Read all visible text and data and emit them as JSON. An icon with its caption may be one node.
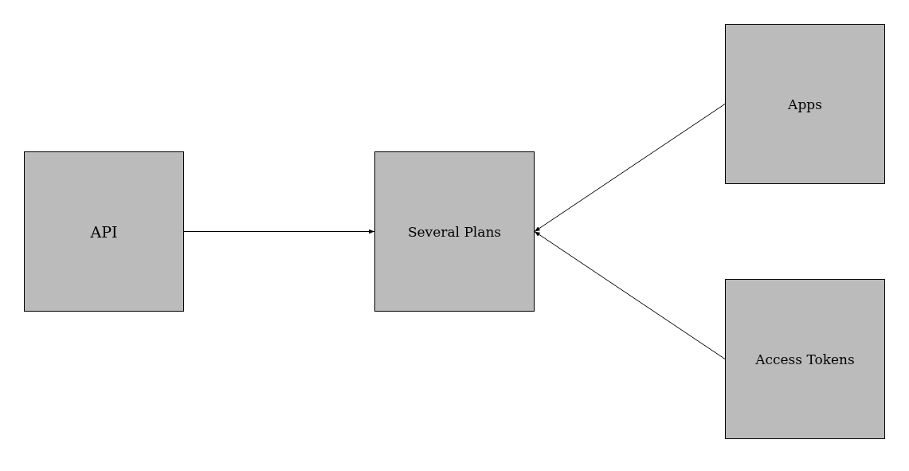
{
  "diagram": {
    "nodes": [
      {
        "text": [
          "API"
        ]
      },
      {
        "text": [
          "Several Plans"
        ]
      },
      {
        "text": [
          "Apps"
        ]
      },
      {
        "text": [
          "Access Tokens"
        ]
      }
    ],
    "edges": [
      {
        "from": 0,
        "to": 1,
        "arrow": "to"
      },
      {
        "from": 2,
        "to": 1,
        "arrow": "to"
      },
      {
        "from": 3,
        "to": 1,
        "arrow": "to"
      }
    ]
  }
}
